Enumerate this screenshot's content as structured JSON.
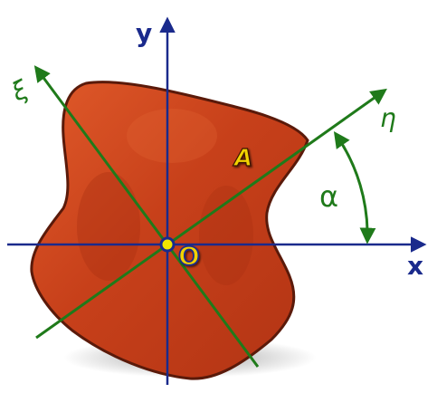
{
  "labels": {
    "y_axis": "y",
    "x_axis": "x",
    "xi_axis": "ξ",
    "eta_axis": "η",
    "region": "A",
    "origin": "O",
    "angle": "α"
  },
  "colors": {
    "axis_blue": "#1a2a8c",
    "rotated_axis_green": "#1f7a1a",
    "region_fill": "#c9401a",
    "region_outline": "#5a1a0a",
    "label_yellow": "#f2d200",
    "origin_marker": "#f2e600"
  },
  "figure": {
    "rotation_angle_deg": 35,
    "description_shown": false
  }
}
